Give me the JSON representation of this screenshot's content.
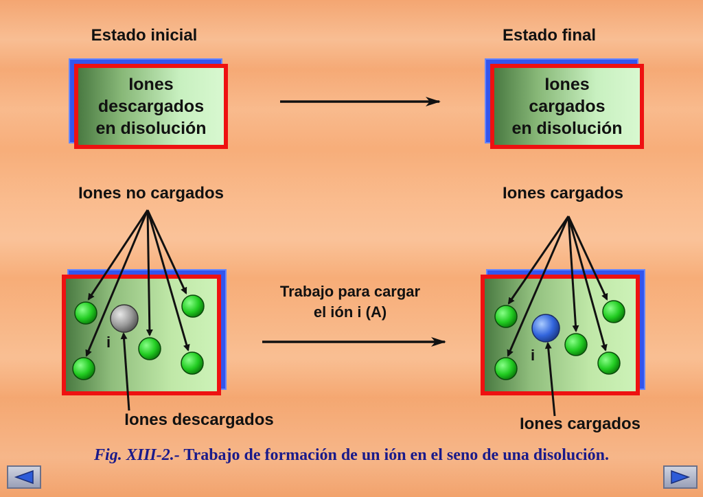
{
  "top": {
    "left_title": "Estado inicial",
    "right_title": "Estado final",
    "left_box": [
      "Iones",
      "descargados",
      "en disolución"
    ],
    "right_box": [
      "Iones",
      "cargados",
      "en disolución"
    ]
  },
  "middle": {
    "left_label": "Iones no cargados",
    "right_label": "Iones cargados"
  },
  "bottom": {
    "process_label_line1": "Trabajo para cargar",
    "process_label_line2": "el ión i (A)",
    "ion_marker_left": "i",
    "ion_marker_right": "i",
    "left_label": "Iones descargados",
    "right_label": "Iones cargados"
  },
  "caption": {
    "fig": "Fig. XIII-2.-",
    "text": "Trabajo de formación de un ión en el seno de una disolución."
  },
  "colors": {
    "ion_neutral": "#22cc22",
    "ion_uncharged_i": "#9a9a9a",
    "ion_charged_i": "#3366dd",
    "frame_red": "#ee1111",
    "frame_blue": "#3355ee"
  },
  "nav": {
    "prev_icon": "left-triangle-icon",
    "next_icon": "right-triangle-icon"
  }
}
